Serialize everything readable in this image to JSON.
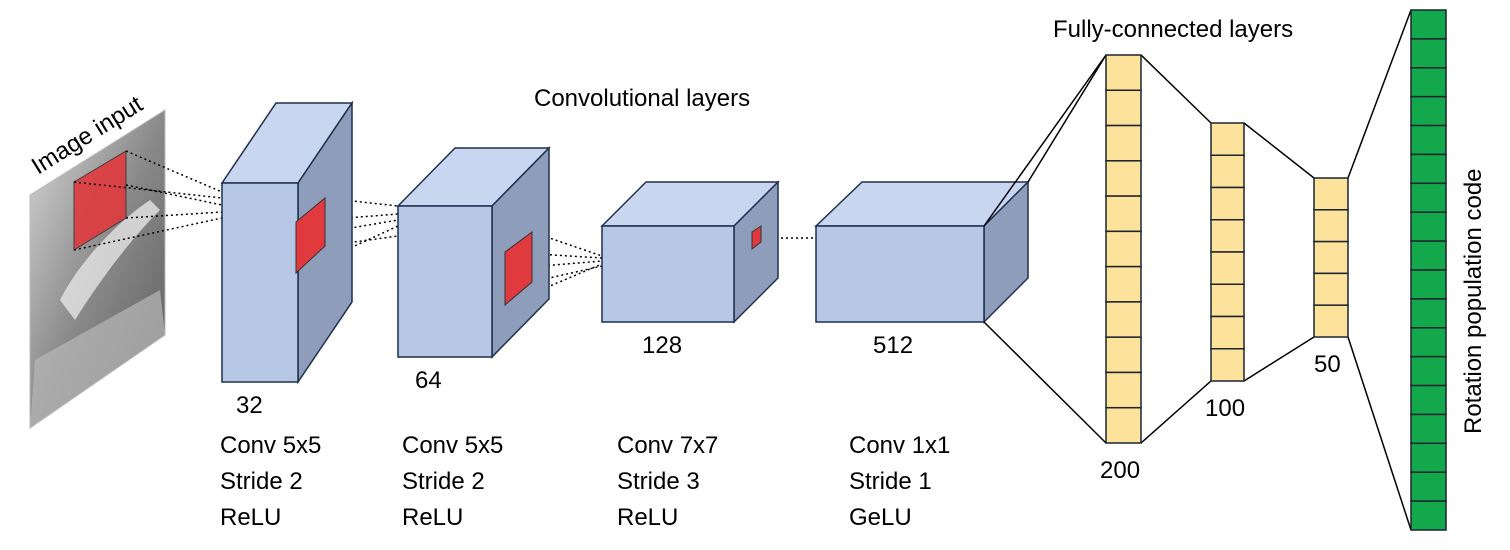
{
  "diagram": {
    "input_label": "Image input",
    "conv_title": "Convolutional layers",
    "fc_title": "Fully-connected layers",
    "output_label": "Rotation population code",
    "conv_layers": [
      {
        "channels": "32",
        "conv": "Conv 5x5",
        "stride": "Stride 2",
        "activation": "ReLU"
      },
      {
        "channels": "64",
        "conv": "Conv 5x5",
        "stride": "Stride 2",
        "activation": "ReLU"
      },
      {
        "channels": "128",
        "conv": "Conv 7x7",
        "stride": "Stride 3",
        "activation": "ReLU"
      },
      {
        "channels": "512",
        "conv": "Conv 1x1",
        "stride": "Stride 1",
        "activation": "GeLU"
      }
    ],
    "fc_layers": [
      {
        "units": "200"
      },
      {
        "units": "100"
      },
      {
        "units": "50"
      }
    ],
    "colors": {
      "block_front": "#b7c7e6",
      "block_top": "#c9d6ef",
      "block_side": "#8d9dba",
      "edge": "#1f2f4f",
      "kernel": "#e03a3e",
      "fc_cell": "#fce29a",
      "out_cell": "#14a84c",
      "cell_edge": "#1b2430"
    }
  }
}
